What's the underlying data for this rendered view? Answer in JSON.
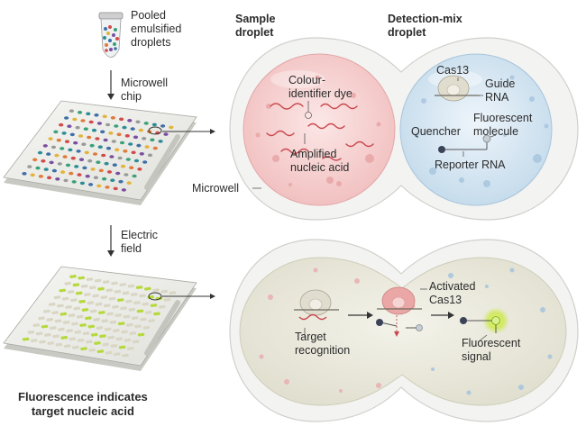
{
  "top_left": {
    "tube_label": "Pooled\nemulsified\ndroplets",
    "step1_label": "Microwell\nchip",
    "step2_label": "Electric\nfield",
    "bottom_caption": "Fluorescence indicates\ntarget nucleic acid"
  },
  "droplet_titles": {
    "sample": "Sample\ndroplet",
    "detection": "Detection-mix\ndroplet"
  },
  "sample_droplet": {
    "dye_label": "Colour-\nidentifier dye",
    "nucleic_label": "Amplified\nnucleic acid",
    "microwell_label": "Microwell"
  },
  "detection_droplet": {
    "cas13_label": "Cas13",
    "guide_label": "Guide\nRNA",
    "fluor_label": "Fluorescent\nmolecule",
    "quencher_label": "Quencher",
    "reporter_label": "Reporter RNA"
  },
  "merged_droplet": {
    "activated_label": "Activated\nCas13",
    "target_label": "Target\nrecognition",
    "signal_label": "Fluorescent\nsignal"
  },
  "colors": {
    "sample_fill": "#f6d3d3",
    "detection_fill": "#d9e8f3",
    "merged_fill": "#eceade",
    "rna": "#c9484e",
    "cas13": "#d9d6c7",
    "green_glow": "#c8e83a"
  }
}
